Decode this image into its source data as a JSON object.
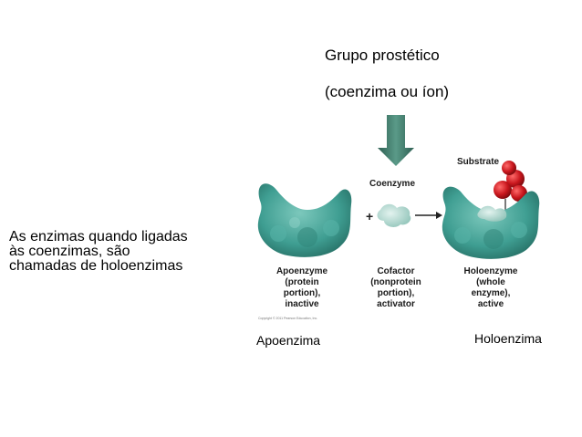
{
  "prosthetic_group": {
    "line1": "Grupo prostético",
    "line2": "(coenzima ou íon)"
  },
  "explanation": [
    "As enzimas quando ligadas",
    "às coenzimas, são",
    "chamadas de holoenzimas"
  ],
  "figure": {
    "substrate_label": "Substrate",
    "coenzyme_label": "Coenzyme",
    "plus_sign": "+",
    "apoenzyme_lines": [
      "Apoenzyme",
      "(protein",
      "portion),",
      "inactive"
    ],
    "cofactor_lines": [
      "Cofactor",
      "(nonprotein",
      "portion),",
      "activator"
    ],
    "holoenzyme_lines": [
      "Holoenzyme",
      "(whole",
      "enzyme),",
      "active"
    ],
    "copyright": "Copyright © 2011 Pearson Education, Inc."
  },
  "captions": {
    "apoenzima": "Apoenzima",
    "holoenzima": "Holoenzima"
  },
  "colors": {
    "enzyme": "#3f9e92",
    "coenzyme": "#b7ddd6",
    "substrate": "#c8161d",
    "arrow": "#3f7a6a"
  }
}
